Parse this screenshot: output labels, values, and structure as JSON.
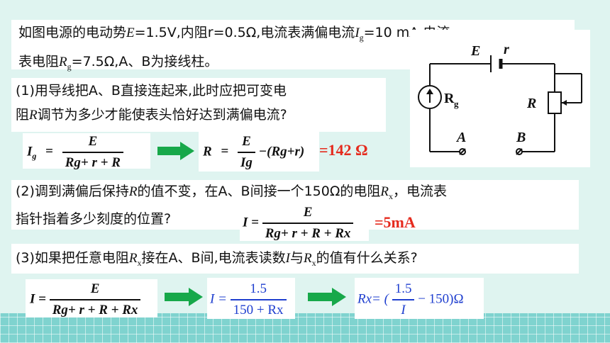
{
  "intro": {
    "line1_a": "如图电源的电动势",
    "E_sym": "E",
    "line1_b": "=1.5V,内阻r=0.5Ω,电流表满偏电流",
    "Ig_I": "I",
    "Ig_g": "g",
    "line1_c": "=10 mA,电流",
    "line2_a": "表电阻",
    "Rg_R": "R",
    "Rg_g": "g",
    "line2_b": "=7.5Ω,A、B为接线柱。"
  },
  "circuit": {
    "E": "E",
    "r": "r",
    "ammeter": "R",
    "ammeter_sub": "g",
    "R": "R",
    "A": "A",
    "B": "B"
  },
  "q1": {
    "line1": "(1)用导线把A、B直接连起来,此时应把可变电",
    "line2_a": "阻",
    "R_sym": "R",
    "line2_b": "调节为多少才能使表头恰好达到满偏电流?",
    "eq1_left": "I",
    "eq1_left_sub": "g",
    "eq1_eq": "=",
    "eq1_num": "E",
    "eq1_den": "Rg+ r + R",
    "eq2_left": "R",
    "eq2_eq": "=",
    "eq2_num": "E",
    "eq2_den": "Ig",
    "eq2_tail": "−(Rg+r)",
    "answer": "=142 Ω"
  },
  "q2": {
    "line1_a": "(2)调到满偏后保持",
    "R_sym": "R",
    "line1_b": "的值不变，在A、B间接一个150Ω的电阻",
    "Rx_R": "R",
    "Rx_x": "x",
    "line1_c": "，电流表",
    "line2": "指针指着多少刻度的位置?",
    "eq_left": "I =",
    "eq_num": "E",
    "eq_den": "Rg+ r + R + Rx",
    "answer": "=5mA"
  },
  "q3": {
    "line_a": "(3)如果把任意电阻",
    "Rx_R": "R",
    "Rx_x": "x",
    "line_b": "接在A、B间,电流表读数",
    "I_sym": "I",
    "line_c": "与",
    "Rx2_R": "R",
    "Rx2_x": "x",
    "line_d": "的值有什么关系?",
    "eq1_left": "I =",
    "eq1_num": "E",
    "eq1_den": "Rg+ r + R + Rx",
    "eq2_left": "I =",
    "eq2_num": "1.5",
    "eq2_den": "150 + Rx",
    "eq3_left": "Rx= (",
    "eq3_num": "1.5",
    "eq3_den": "I",
    "eq3_tail": "− 150)Ω"
  },
  "colors": {
    "answer": "#e52b1e",
    "arrow": "#17a84a",
    "blue": "#1f3fcf",
    "band": "#7fd3cf"
  }
}
